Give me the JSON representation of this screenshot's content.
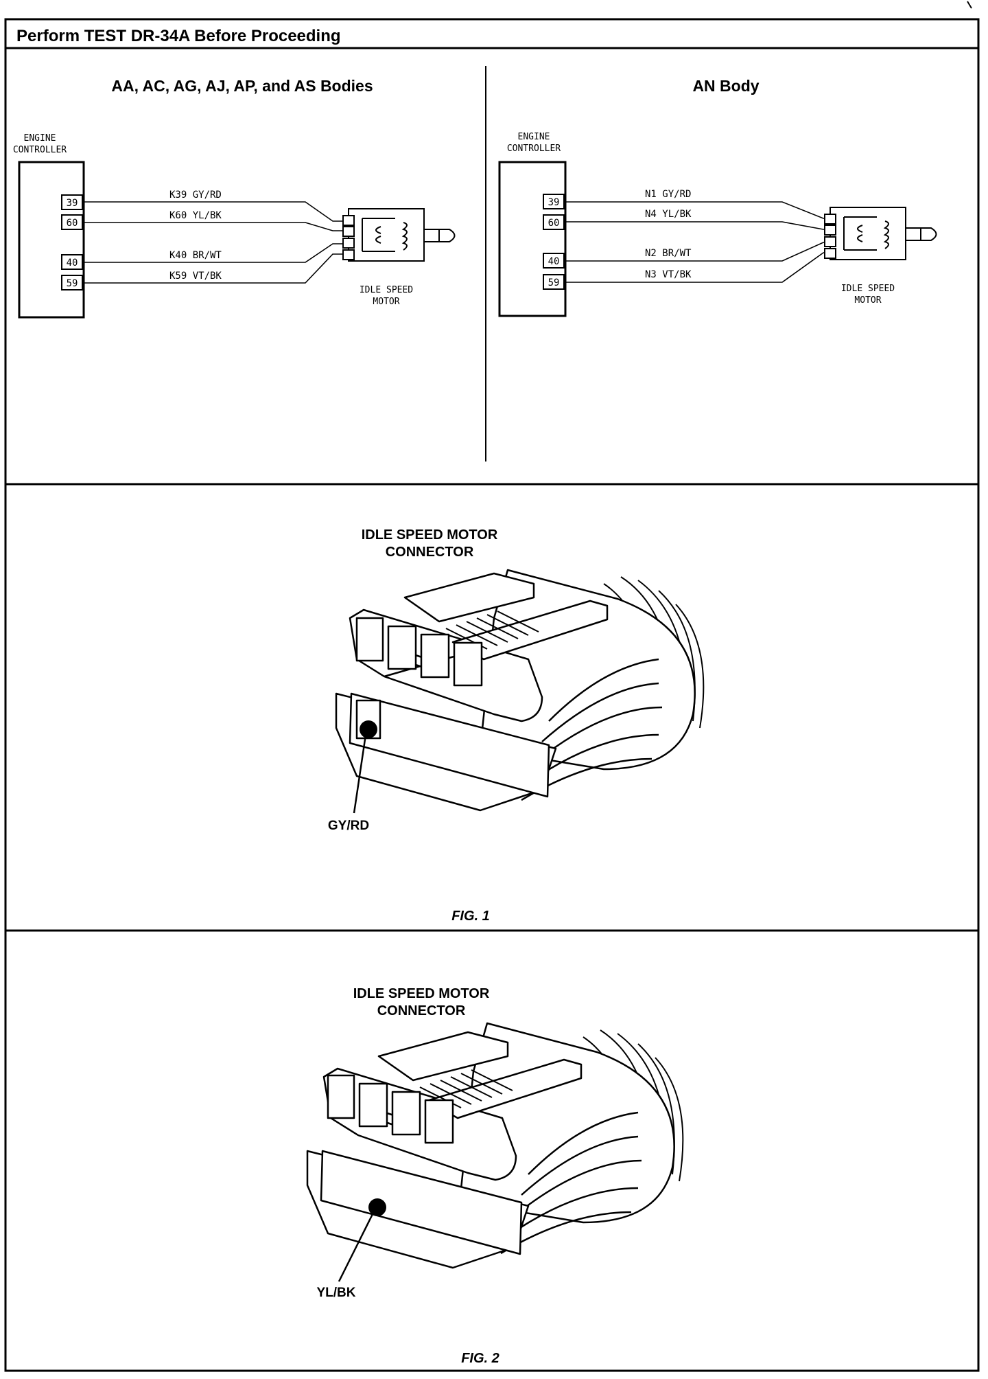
{
  "header": {
    "title": "Perform TEST DR-34A Before Proceeding"
  },
  "left_panel": {
    "title": "AA, AC, AG, AJ, AP, and AS Bodies",
    "controller_label": [
      "ENGINE",
      "CONTROLLER"
    ],
    "pins": [
      "39",
      "60",
      "40",
      "59"
    ],
    "wires": [
      "K39 GY/RD",
      "K60 YL/BK",
      "K40 BR/WT",
      "K59 VT/BK"
    ],
    "motor_label": [
      "IDLE SPEED",
      "MOTOR"
    ]
  },
  "right_panel": {
    "title": "AN Body",
    "controller_label": [
      "ENGINE",
      "CONTROLLER"
    ],
    "pins": [
      "39",
      "60",
      "40",
      "59"
    ],
    "wires": [
      "N1 GY/RD",
      "N4 YL/BK",
      "N2 BR/WT",
      "N3 VT/BK"
    ],
    "motor_label": [
      "IDLE SPEED",
      "MOTOR"
    ]
  },
  "fig1": {
    "connector_label": [
      "IDLE SPEED MOTOR",
      "CONNECTOR"
    ],
    "pin_label": "GY/RD",
    "caption": "FIG. 1"
  },
  "fig2": {
    "connector_label": [
      "IDLE SPEED MOTOR",
      "CONNECTOR"
    ],
    "pin_label": "YL/BK",
    "caption": "FIG. 2"
  }
}
